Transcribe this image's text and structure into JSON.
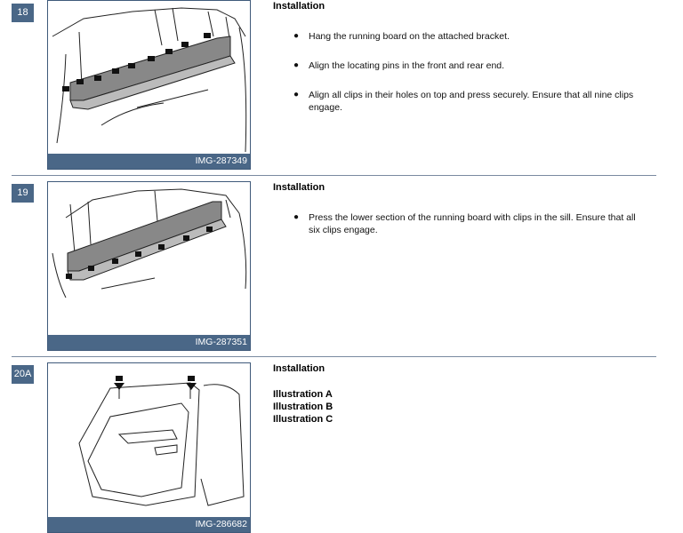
{
  "steps": [
    {
      "number": "18",
      "image_id": "IMG-287349",
      "heading": "Installation",
      "bullets": [
        "Hang the running board on the attached bracket.",
        "Align the locating pins in the front and rear end.",
        "Align all clips in their holes on top and press securely. Ensure that all nine clips engage."
      ]
    },
    {
      "number": "19",
      "image_id": "IMG-287351",
      "heading": "Installation",
      "bullets": [
        "Press the lower section of the running board with clips in the sill. Ensure that all six clips engage."
      ]
    },
    {
      "number": "20A",
      "image_id": "IMG-286682",
      "heading": "Installation",
      "links": [
        "Illustration A",
        "Illustration B",
        "Illustration C"
      ]
    }
  ],
  "colors": {
    "accent": "#4a6787",
    "divider": "#7a8aa0"
  }
}
